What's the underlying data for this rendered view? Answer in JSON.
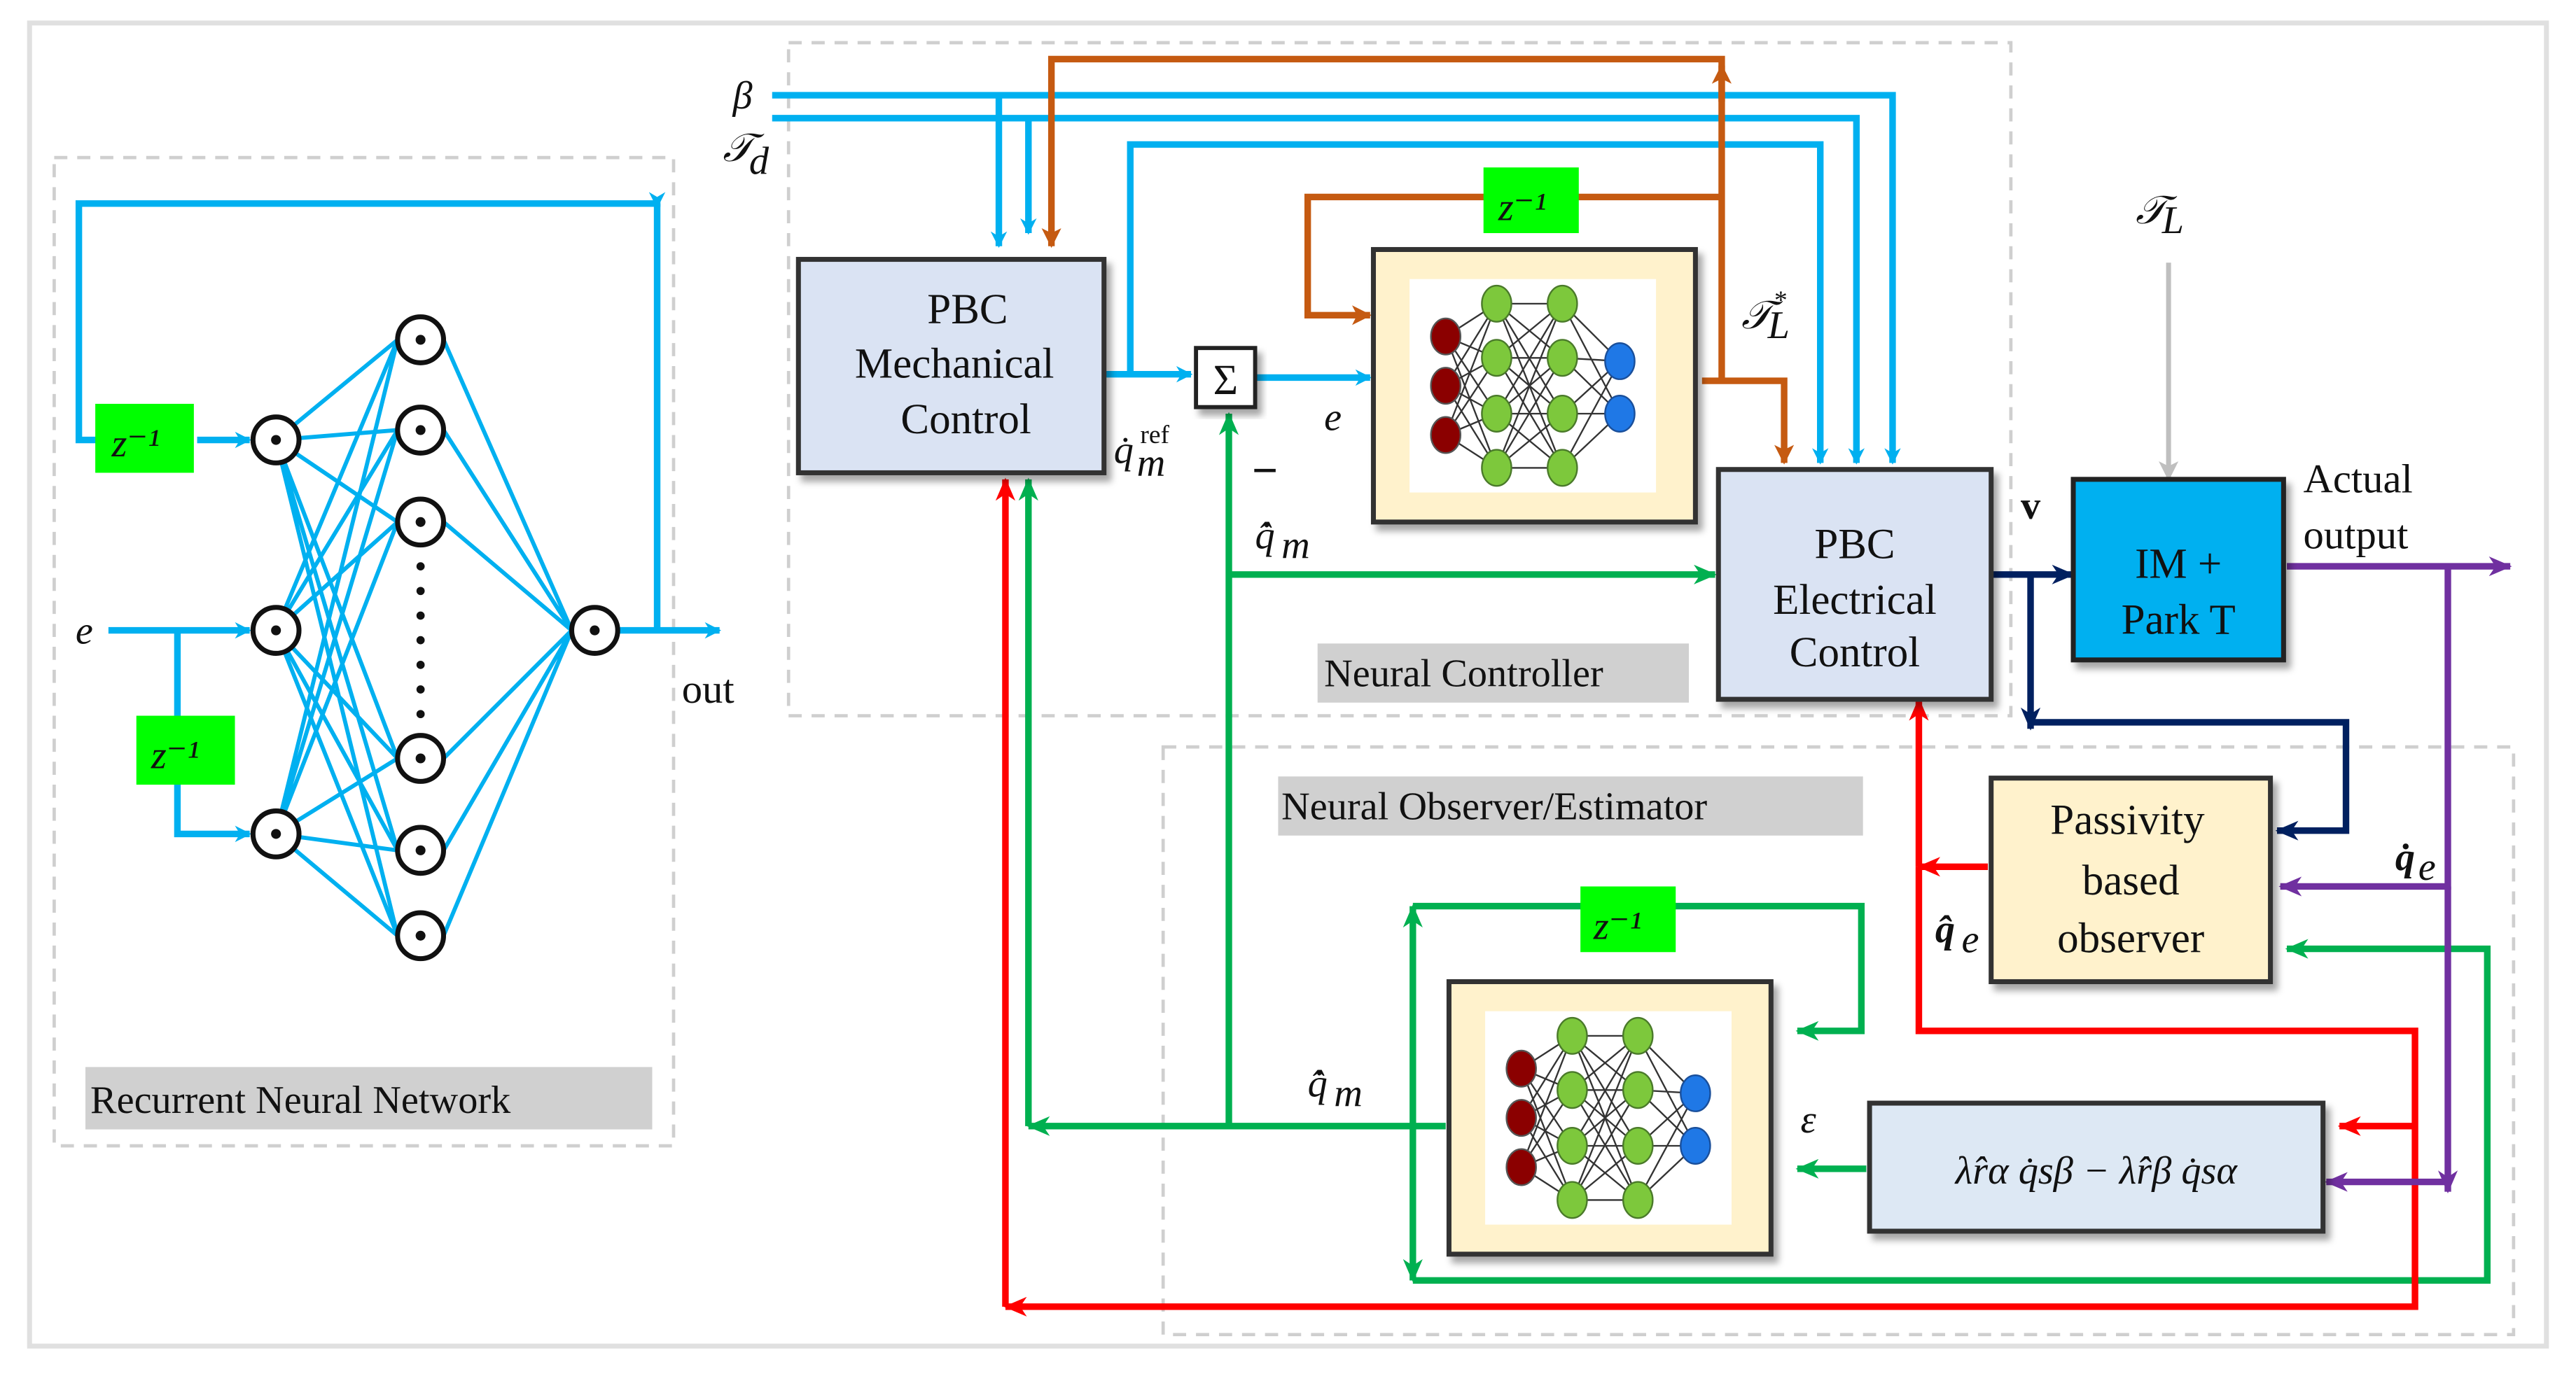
{
  "diagram": {
    "title_regions": {
      "rnn": "Recurrent Neural Network",
      "controller": "Neural Controller",
      "observer": "Neural Observer/Estimator"
    },
    "blocks": {
      "pbc_mech": [
        "PBC",
        "Mechanical",
        "Control"
      ],
      "pbc_elec": [
        "PBC",
        "Electrical",
        "Control"
      ],
      "plant": [
        "IM +",
        "Park T"
      ],
      "passivity": [
        "Passivity",
        "based",
        "observer"
      ],
      "flux_expr": "λ̂rα q̇sβ − λ̂rβ q̇sα",
      "sum": "Σ",
      "delay": "z⁻¹"
    },
    "signals": {
      "beta": "β",
      "td": "𝒯",
      "td_sub": "d",
      "tl": "𝒯",
      "tl_sub": "L",
      "tl_star": "𝒯",
      "tl_star_sub": "L",
      "tl_star_sup": "*",
      "qref": "q̇",
      "qref_sub": "m",
      "qref_sup": "ref",
      "minus": "−",
      "qm_hat": "q̂̇",
      "qm_sub": "m",
      "e": "e",
      "v": "v",
      "actual_output": [
        "Actual",
        "output"
      ],
      "qe_dot": "q̇",
      "qe_sub": "e",
      "qe_hat": "q̂",
      "epsilon": "ε",
      "rnn_in": "e",
      "rnn_out": "out"
    },
    "colors": {
      "cyan": "#00b0f0",
      "orange": "#c55a11",
      "green": "#00b050",
      "red": "#ff0000",
      "navy": "#002060",
      "purple": "#7030a0",
      "gray": "#bfbfbf",
      "delay_fill": "#00ff00",
      "block_blue": "#dae3f3",
      "block_cream": "#fff2cc",
      "plant_fill": "#00b0f0"
    }
  }
}
